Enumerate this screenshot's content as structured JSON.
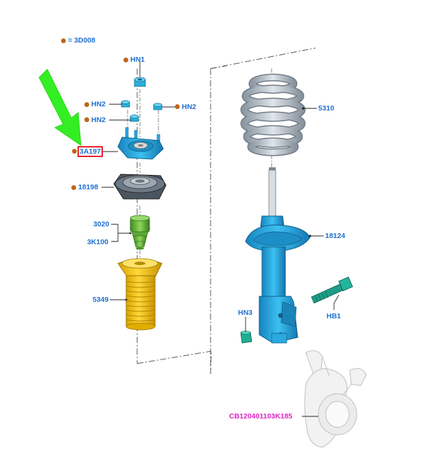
{
  "legend": {
    "label": "= 3D008",
    "dot_color": "#c0651a"
  },
  "labels": {
    "hn1": "HN1",
    "hn2_left_top": "HN2",
    "hn2_right": "HN2",
    "hn2_left_bottom": "HN2",
    "top_mount": "3A197",
    "bearing": "18198",
    "bumper_top": "3020",
    "bumper_bottom": "3K100",
    "boot": "5349",
    "spring": "5310",
    "strut": "18124",
    "hn3": "HN3",
    "hb1": "HB1",
    "knuckle_ref": "CB120401103K185"
  },
  "colors": {
    "label_blue": "#1f6fd1",
    "knuckle_magenta": "#e020c8",
    "highlight_red": "#e8202a",
    "arrow_green": "#33ee22",
    "bullet_brown": "#c0651a",
    "part_teal": "#2aa8e0",
    "boot_yellow": "#f5c518",
    "bumper_green": "#6fbf3a",
    "spring_gray": "#a9b4bf"
  },
  "callout_arrow": {
    "icon": "green-arrow-icon",
    "target": "3A197"
  }
}
